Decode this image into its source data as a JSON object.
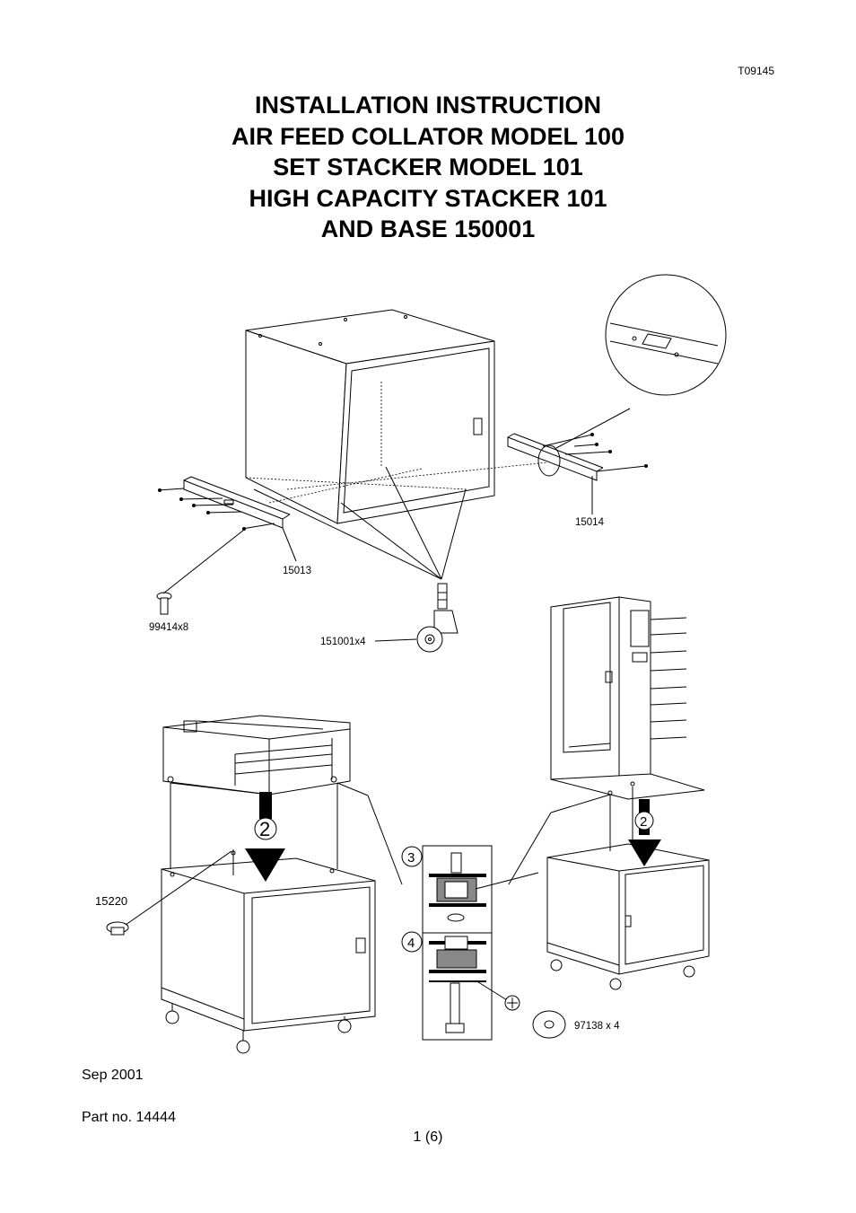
{
  "document": {
    "doc_id": "T09145",
    "title_lines": [
      "INSTALLATION INSTRUCTION",
      "AIR FEED COLLATOR MODEL 100",
      "SET STACKER MODEL 101",
      "HIGH CAPACITY STACKER 101",
      "AND BASE 150001"
    ],
    "date": "Sep 2001",
    "part_no": "Part no. 14444",
    "page_number": "1 (6)"
  },
  "part_labels": {
    "rail_right": "15014",
    "rail_left": "15013",
    "screws": "99414x8",
    "casters": "151001x4",
    "cap": "15220",
    "washer": "97138 x 4"
  },
  "step_labels": {
    "step2_left": "2",
    "step2_right": "2",
    "step3": "3",
    "step4": "4"
  }
}
